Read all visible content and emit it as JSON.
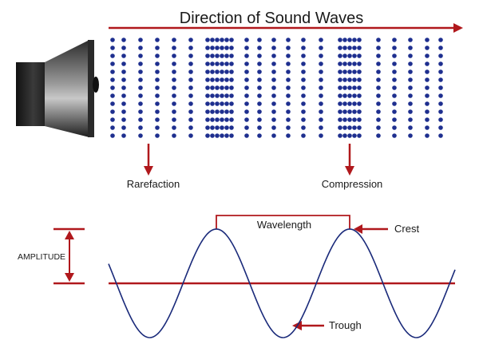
{
  "title": "Direction of Sound Waves",
  "labels": {
    "rarefaction": "Rarefaction",
    "compression": "Compression",
    "wavelength": "Wavelength",
    "crest": "Crest",
    "trough": "Trough",
    "amplitude": "AMPLITUDE"
  },
  "colors": {
    "arrow": "#b0181c",
    "particle": "#1e2f8f",
    "wave": "#1a2a7a",
    "speaker_dark": "#1c1c1c"
  },
  "icons": {
    "speaker": "speaker-icon"
  }
}
